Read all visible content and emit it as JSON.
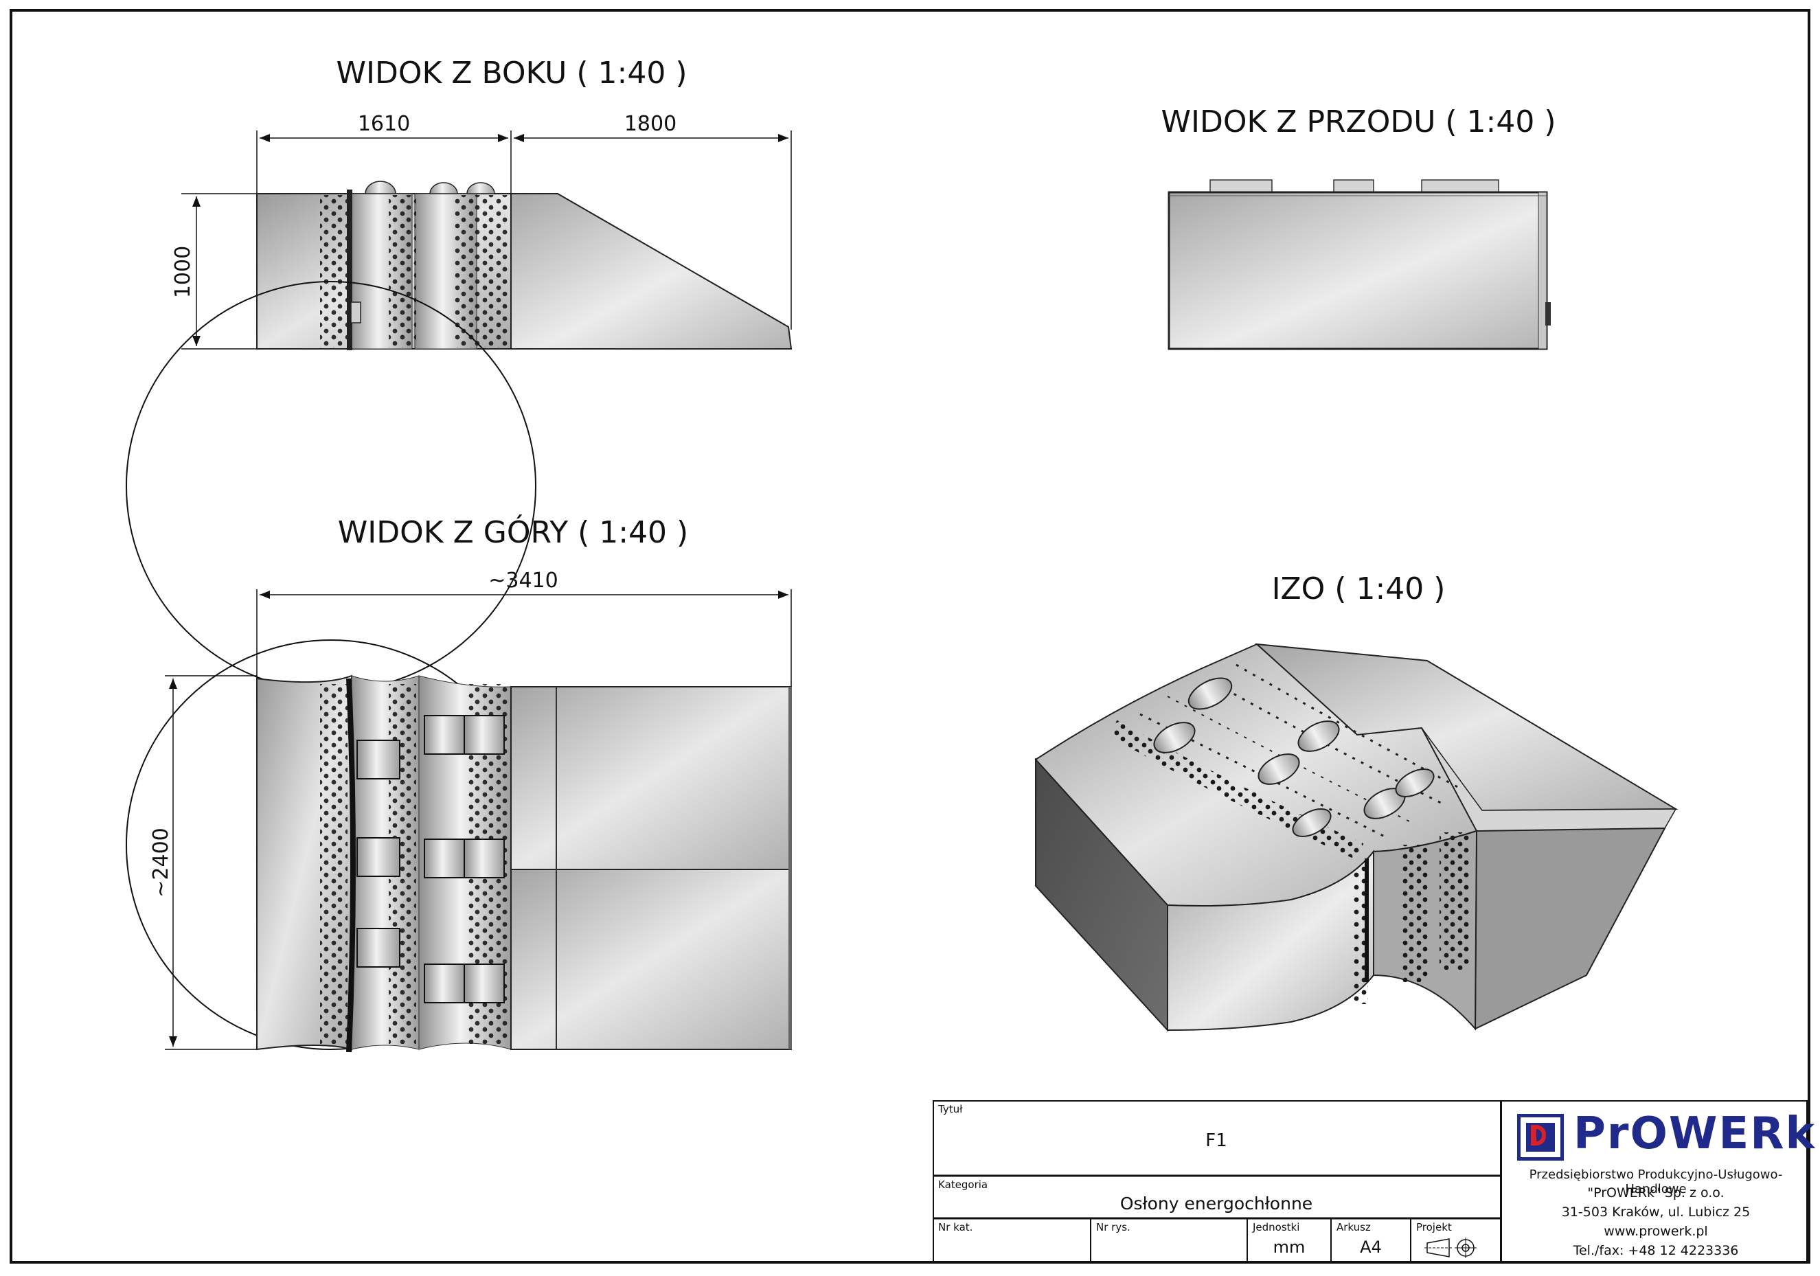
{
  "views": {
    "side": {
      "title": "WIDOK Z BOKU ( 1:40 )",
      "dim_a": "1610",
      "dim_b": "1800",
      "dim_h": "1000"
    },
    "front": {
      "title": "WIDOK Z PRZODU ( 1:40 )"
    },
    "top": {
      "title": "WIDOK Z GÓRY ( 1:40 )",
      "dim_len": "~3410",
      "dim_w": "~2400"
    },
    "iso": {
      "title": "IZO ( 1:40 )"
    }
  },
  "titleblock": {
    "title_label": "Tytuł",
    "title_value": "F1",
    "category_label": "Kategoria",
    "category_value": "Osłony energochłonne",
    "catalog_label": "Nr kat.",
    "drawing_label": "Nr rys.",
    "units_label": "Jednostki",
    "units_value": "mm",
    "sheet_label": "Arkusz",
    "sheet_value": "A4",
    "projection_label": "Projekt"
  },
  "company": {
    "logo_text": "PrOWERk",
    "line1": "Przedsiębiorstwo Produkcyjno-Usługowo-Handlowe",
    "line2": "\"PrOWERk\" Sp. z o.o.",
    "line3": "31-503 Kraków, ul. Lubicz 25",
    "line4": "www.prowerk.pl",
    "line5": "Tel./fax: +48 12 4223336"
  },
  "colors": {
    "logo_blue": "#1f2a8a",
    "logo_red": "#d8222a"
  }
}
